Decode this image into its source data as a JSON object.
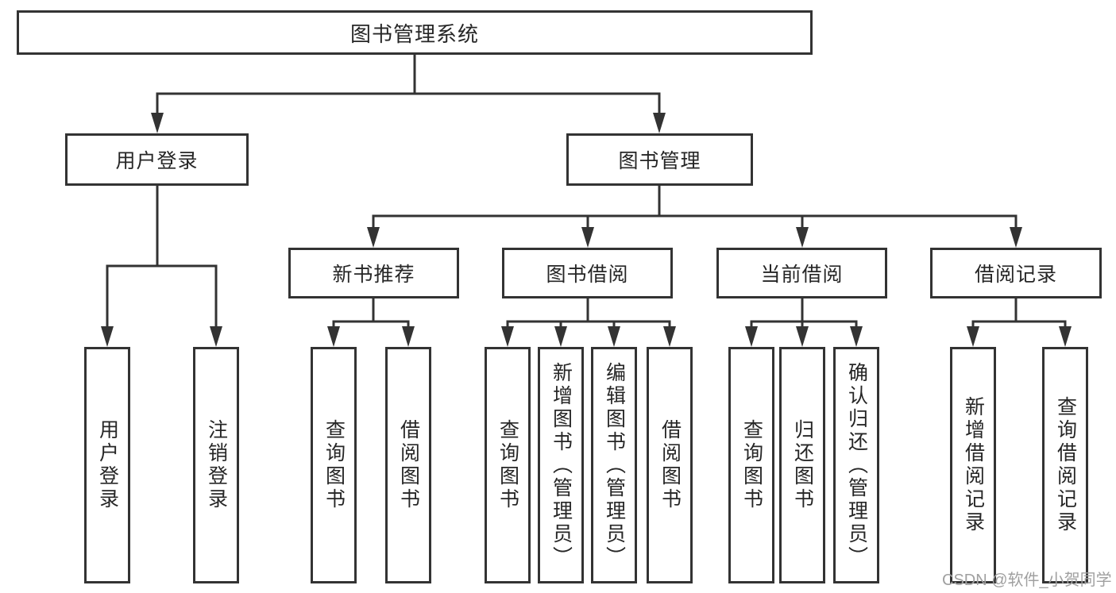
{
  "diagram": {
    "type": "function-structure-tree",
    "colors": {
      "line": "#333333",
      "text": "#262626",
      "box_background": "#ffffff",
      "watermark": "#a0a0a0"
    },
    "root": {
      "label": "图书管理系统"
    },
    "branches": [
      {
        "label": "用户登录",
        "children": [
          {
            "label": "用户登录"
          },
          {
            "label": "注销登录"
          }
        ]
      },
      {
        "label": "图书管理",
        "children": [
          {
            "label": "新书推荐",
            "children": [
              {
                "label": "查询图书"
              },
              {
                "label": "借阅图书"
              }
            ]
          },
          {
            "label": "图书借阅",
            "children": [
              {
                "label": "查询图书"
              },
              {
                "label": "新增图书（管理员）"
              },
              {
                "label": "编辑图书（管理员）"
              },
              {
                "label": "借阅图书"
              }
            ]
          },
          {
            "label": "当前借阅",
            "children": [
              {
                "label": "查询图书"
              },
              {
                "label": "归还图书"
              },
              {
                "label": "确认归还（管理员）"
              }
            ]
          },
          {
            "label": "借阅记录",
            "children": [
              {
                "label": "新增借阅记录"
              },
              {
                "label": "查询借阅记录"
              }
            ]
          }
        ]
      }
    ],
    "watermark": "CSDN @软件_小贺同学"
  }
}
